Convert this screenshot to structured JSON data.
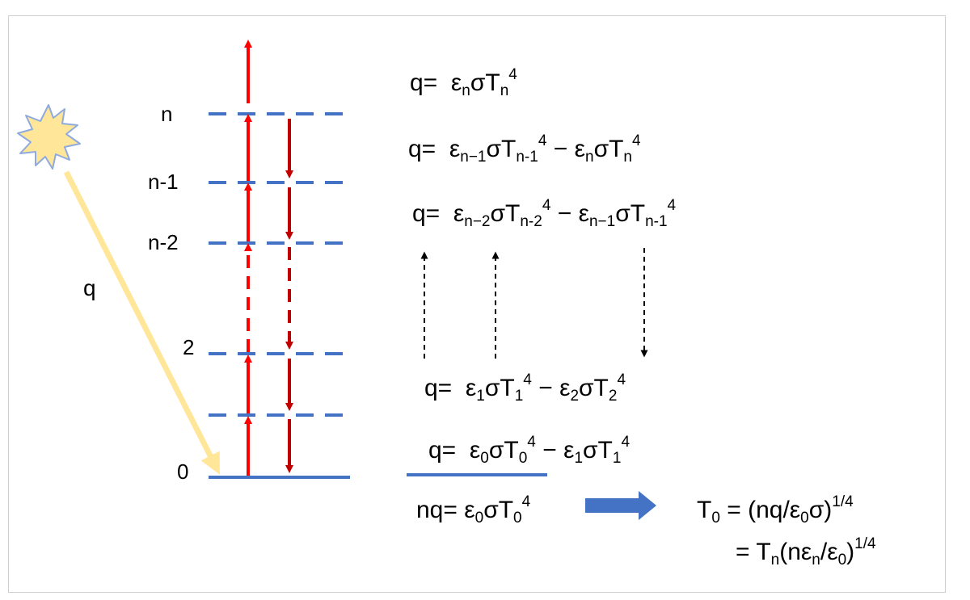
{
  "levels": {
    "n": "n",
    "n_minus_1": "n-1",
    "n_minus_2": "n-2",
    "two": "2",
    "zero": "0"
  },
  "incoming_flux_label": "q",
  "equations": {
    "top": {
      "lhs": "q=",
      "eps": "ε",
      "eps_sub": "n",
      "sigma_t": "σT",
      "t_sub": "n",
      "pow": "4"
    },
    "n1": {
      "lhs": "q=",
      "a_eps": "ε",
      "a_sub": "n−1",
      "a_t": "σT",
      "a_tsub": "n-1",
      "a_pow": "4",
      "minus": "−",
      "b_eps": "ε",
      "b_sub": "n",
      "b_t": "σT",
      "b_tsub": "n",
      "b_pow": "4"
    },
    "n2": {
      "lhs": "q=",
      "a_eps": "ε",
      "a_sub": "n−2",
      "a_t": "σT",
      "a_tsub": "n-2",
      "a_pow": "4",
      "minus": "−",
      "b_eps": "ε",
      "b_sub": "n−1",
      "b_t": "σT",
      "b_tsub": "n-1",
      "b_pow": "4"
    },
    "one": {
      "lhs": "q=",
      "a_eps": "ε",
      "a_sub": "1",
      "a_t": "σT",
      "a_tsub": "1",
      "a_pow": "4",
      "minus": "−",
      "b_eps": "ε",
      "b_sub": "2",
      "b_t": "σT",
      "b_tsub": "2",
      "b_pow": "4"
    },
    "zero": {
      "lhs": "q=",
      "a_eps": "ε",
      "a_sub": "0",
      "a_t": "σT",
      "a_tsub": "0",
      "a_pow": "4",
      "minus": "−",
      "b_eps": "ε",
      "b_sub": "1",
      "b_t": "σT",
      "b_tsub": "1",
      "b_pow": "4"
    },
    "total": {
      "lhs": "nq=",
      "eps": "ε",
      "eps_sub": "0",
      "sigma_t": "σT",
      "t_sub": "0",
      "pow": "4"
    },
    "result1": {
      "t": "T",
      "t_sub": "0",
      "mid": " = (nq/",
      "eps": "ε",
      "eps_sub": "0",
      "end": "σ)",
      "pow": "1/4"
    },
    "result2": {
      "pre": "= T",
      "t_sub": "n",
      "mid": "(nε",
      "eps_sub": "n",
      "slash": "/ε",
      "eps2_sub": "0",
      "end": ")",
      "pow": "1/4"
    }
  },
  "colors": {
    "level_line": "#4472C4",
    "up_arrow": "#FF0000",
    "down_arrow": "#C00000",
    "sun_fill": "#FFE699",
    "sun_stroke": "#8FAADC",
    "sun_ray": "#FFE699",
    "big_arrow": "#4472C4"
  },
  "icons": {
    "sun": "sun-burst-icon",
    "arrow": "block-right-arrow-icon"
  }
}
